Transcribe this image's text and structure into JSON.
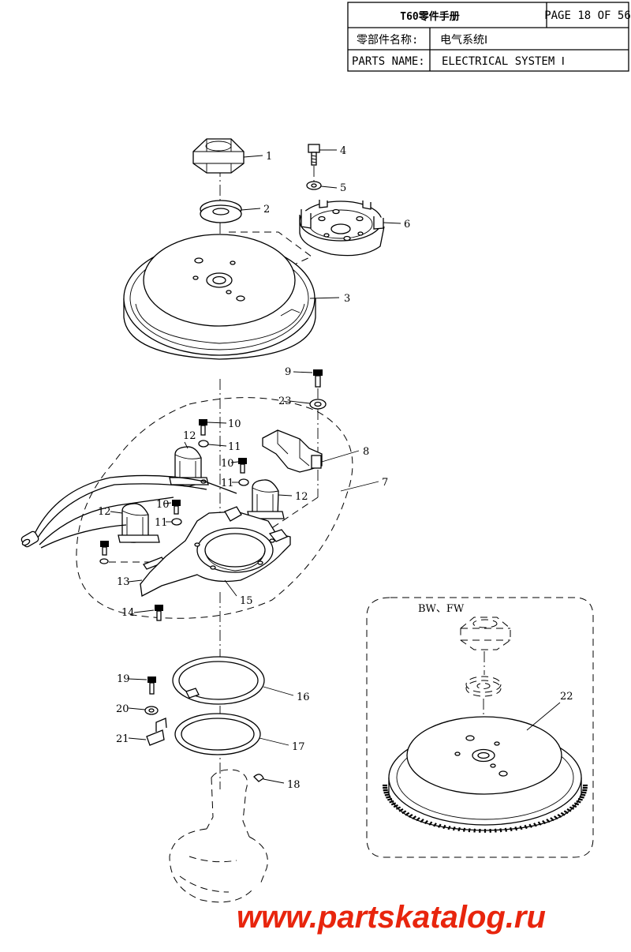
{
  "header": {
    "title": "T60零件手册",
    "page": "PAGE 18 OF 56",
    "name_label_cn": "零部件名称:",
    "name_value_cn": "电气系统Ⅰ",
    "name_label_en": "PARTS NAME:",
    "name_value_en": "ELECTRICAL SYSTEM  Ⅰ"
  },
  "variant_label": "BW、FW",
  "callouts": {
    "c1": "1",
    "c2": "2",
    "c3": "3",
    "c4": "4",
    "c5": "5",
    "c6": "6",
    "c7": "7",
    "c8": "8",
    "c9": "9",
    "c10a": "10",
    "c10b": "10",
    "c10c": "10",
    "c11a": "11",
    "c11b": "11",
    "c11c": "11",
    "c12a": "12",
    "c12b": "12",
    "c12c": "12",
    "c13": "13",
    "c14": "14",
    "c15": "15",
    "c16": "16",
    "c17": "17",
    "c18": "18",
    "c19": "19",
    "c20": "20",
    "c21": "21",
    "c22": "22",
    "c23": "23"
  },
  "watermark": "www.partskatalog.ru"
}
